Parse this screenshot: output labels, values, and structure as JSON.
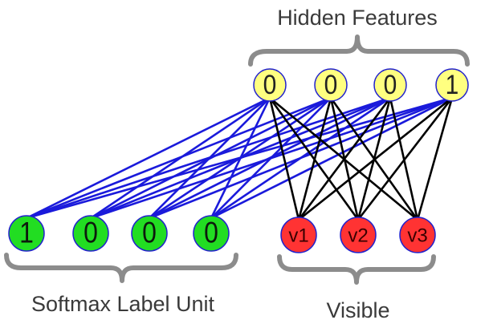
{
  "labels": {
    "hidden_features": "Hidden Features",
    "softmax": "Softmax Label Unit",
    "visible": "Visible"
  },
  "hidden_units": [
    {
      "id": "h1",
      "label": "0"
    },
    {
      "id": "h2",
      "label": "0"
    },
    {
      "id": "h3",
      "label": "0"
    },
    {
      "id": "h4",
      "label": "1"
    }
  ],
  "softmax_units": [
    {
      "id": "s1",
      "label": "1"
    },
    {
      "id": "s2",
      "label": "0"
    },
    {
      "id": "s3",
      "label": "0"
    },
    {
      "id": "s4",
      "label": "0"
    }
  ],
  "visible_units": [
    {
      "id": "v1",
      "label": "v1"
    },
    {
      "id": "v2",
      "label": "v2"
    },
    {
      "id": "v3",
      "label": "v3"
    }
  ],
  "colors": {
    "hidden_fill": "#ffff80",
    "softmax_fill": "#22dd22",
    "visible_fill": "#ff3333",
    "node_stroke": "#2222cc",
    "softmax_edge": "#1a1adb",
    "visible_edge": "#000000",
    "brace": "#8c8c8c"
  },
  "connections": {
    "softmax_to_hidden": "all",
    "visible_to_hidden": "all"
  }
}
